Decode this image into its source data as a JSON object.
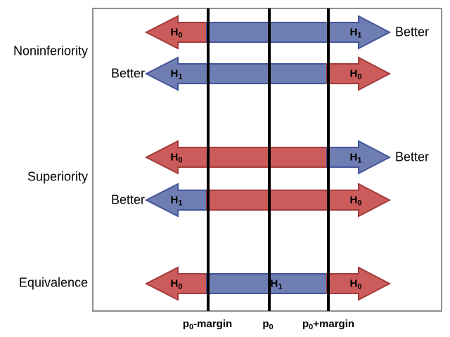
{
  "diagram": {
    "better": "Better",
    "h0": {
      "base": "H",
      "sub": "0"
    },
    "h1": {
      "base": "H",
      "sub": "1"
    },
    "row_groups": [
      {
        "label": "Noninferiority"
      },
      {
        "label": "Superiority"
      },
      {
        "label": "Equivalence"
      }
    ],
    "axis_ticks": [
      {
        "pre": "p",
        "sub": "0",
        "post": "-margin"
      },
      {
        "pre": "p",
        "sub": "0",
        "post": ""
      },
      {
        "pre": "p",
        "sub": "0",
        "post": "+margin"
      }
    ],
    "colors": {
      "h0_fill": "#cc5b5b",
      "h0_stroke": "#a33c3c",
      "h1_fill": "#6f7eb2",
      "h1_stroke": "#44549a",
      "reference_line": "#000000",
      "frame_border": "#8f8f8f"
    },
    "rows": [
      {
        "group": "Noninferiority",
        "left": {
          "hypothesis": "H0",
          "color": "red",
          "to": "p0-margin"
        },
        "right": {
          "hypothesis": "H1",
          "color": "blue",
          "from": "p0-margin"
        },
        "better_side": "right"
      },
      {
        "group": "Noninferiority",
        "left": {
          "hypothesis": "H1",
          "color": "blue",
          "to": "p0+margin"
        },
        "right": {
          "hypothesis": "H0",
          "color": "red",
          "from": "p0+margin"
        },
        "better_side": "left"
      },
      {
        "group": "Superiority",
        "left": {
          "hypothesis": "H0",
          "color": "red",
          "to": "p0+margin"
        },
        "right": {
          "hypothesis": "H1",
          "color": "blue",
          "from": "p0+margin"
        },
        "better_side": "right"
      },
      {
        "group": "Superiority",
        "left": {
          "hypothesis": "H1",
          "color": "blue",
          "to": "p0-margin"
        },
        "right": {
          "hypothesis": "H0",
          "color": "red",
          "from": "p0-margin"
        },
        "better_side": "left"
      },
      {
        "group": "Equivalence",
        "left": {
          "hypothesis": "H0",
          "color": "red",
          "to": "p0-margin"
        },
        "middle": {
          "hypothesis": "H1",
          "color": "blue",
          "from": "p0-margin",
          "to": "p0+margin"
        },
        "right": {
          "hypothesis": "H0",
          "color": "red",
          "from": "p0+margin"
        },
        "better_side": null
      }
    ]
  }
}
